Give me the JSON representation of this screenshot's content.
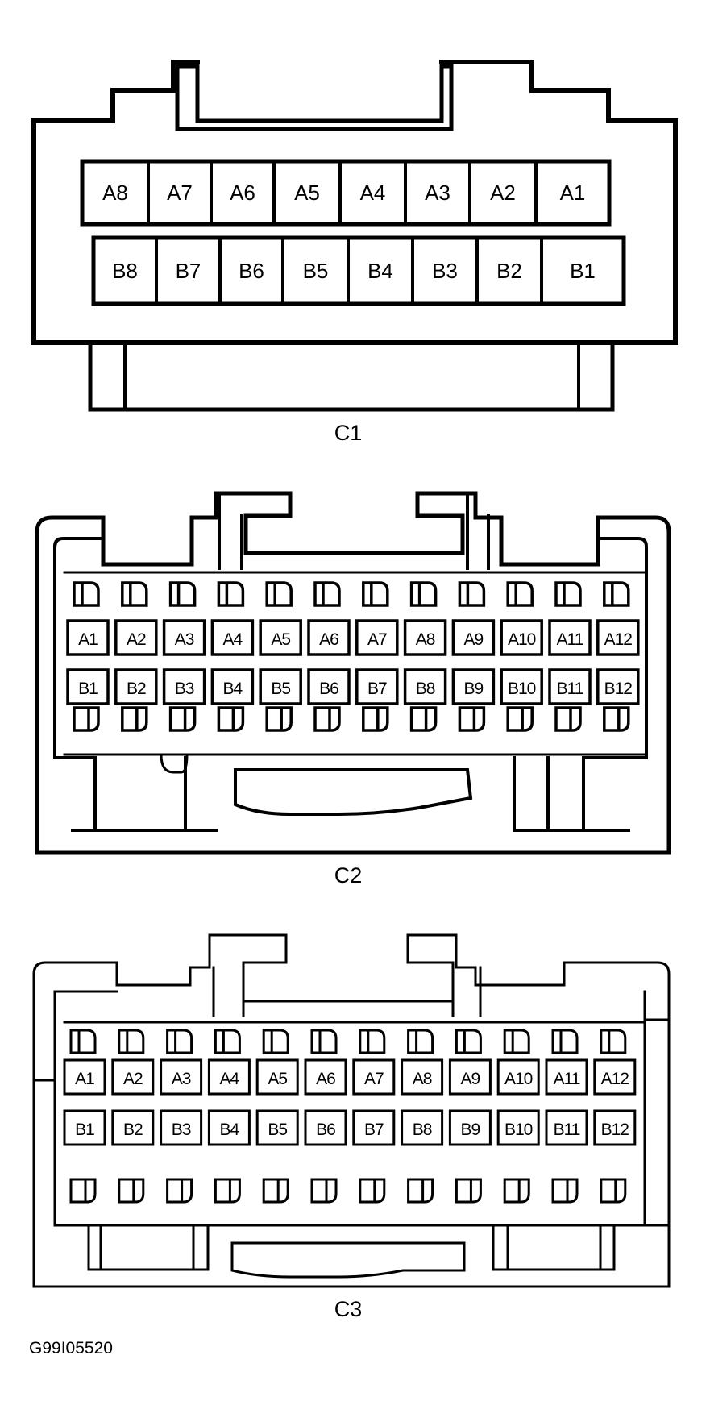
{
  "connectors": [
    {
      "label": "C1",
      "rows": [
        [
          "A8",
          "A7",
          "A6",
          "A5",
          "A4",
          "A3",
          "A2",
          "A1"
        ],
        [
          "B8",
          "B7",
          "B6",
          "B5",
          "B4",
          "B3",
          "B2",
          "B1"
        ]
      ]
    },
    {
      "label": "C2",
      "rows": [
        [
          "A1",
          "A2",
          "A3",
          "A4",
          "A5",
          "A6",
          "A7",
          "A8",
          "A9",
          "A10",
          "A11",
          "A12"
        ],
        [
          "B1",
          "B2",
          "B3",
          "B4",
          "B5",
          "B6",
          "B7",
          "B8",
          "B9",
          "B10",
          "B11",
          "B12"
        ]
      ]
    },
    {
      "label": "C3",
      "rows": [
        [
          "A1",
          "A2",
          "A3",
          "A4",
          "A5",
          "A6",
          "A7",
          "A8",
          "A9",
          "A10",
          "A11",
          "A12"
        ],
        [
          "B1",
          "B2",
          "B3",
          "B4",
          "B5",
          "B6",
          "B7",
          "B8",
          "B9",
          "B10",
          "B11",
          "B12"
        ]
      ]
    }
  ],
  "figure_code": "G99I05520"
}
